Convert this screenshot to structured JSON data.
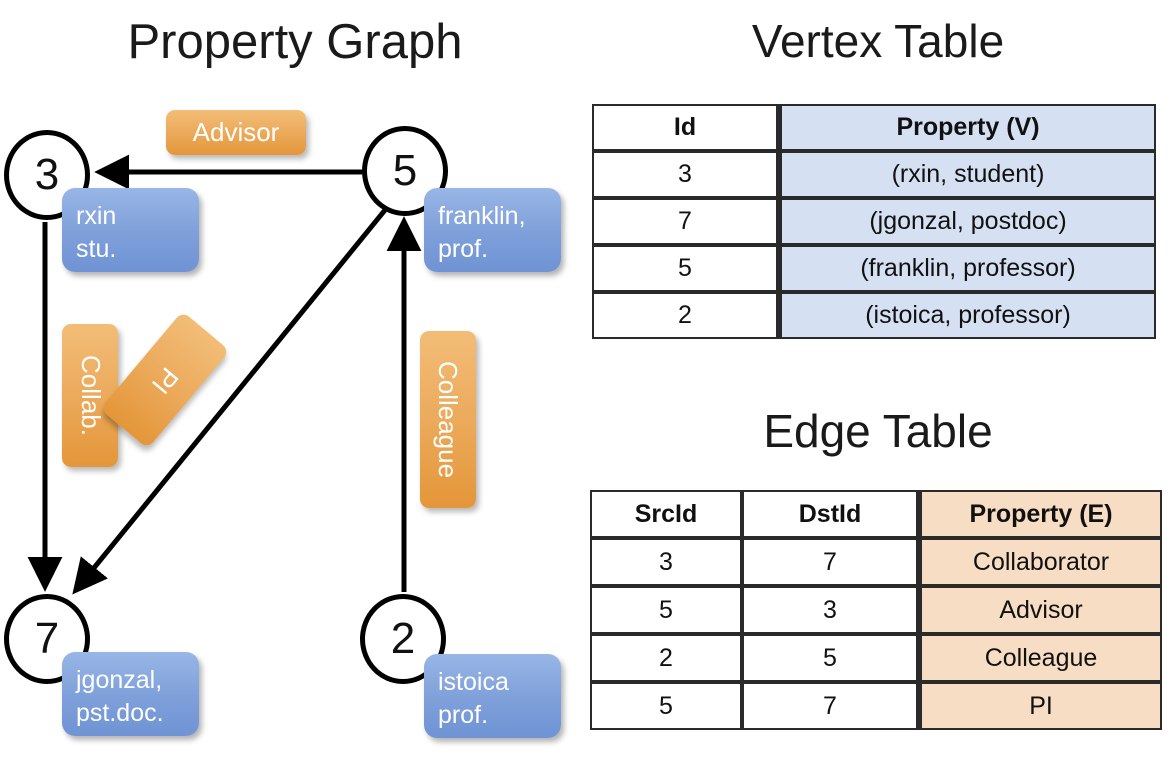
{
  "titles": {
    "property_graph": "Property Graph",
    "vertex_table": "Vertex Table",
    "edge_table": "Edge Table"
  },
  "graph": {
    "nodes": [
      {
        "id": "3",
        "label": "3",
        "property_lines": [
          "rxin",
          "stu."
        ]
      },
      {
        "id": "5",
        "label": "5",
        "property_lines": [
          "franklin,",
          "prof."
        ]
      },
      {
        "id": "7",
        "label": "7",
        "property_lines": [
          "jgonzal,",
          "pst.doc."
        ]
      },
      {
        "id": "2",
        "label": "2",
        "property_lines": [
          "istoica",
          "prof."
        ]
      }
    ],
    "edge_labels": {
      "advisor": "Advisor",
      "collab": "Collab.",
      "pi": "PI",
      "colleague": "Colleague"
    },
    "edges": [
      {
        "from": "5",
        "to": "3",
        "label": "Advisor"
      },
      {
        "from": "3",
        "to": "7",
        "label": "Collab."
      },
      {
        "from": "5",
        "to": "7",
        "label": "PI"
      },
      {
        "from": "2",
        "to": "5",
        "label": "Colleague"
      }
    ]
  },
  "vertex_table": {
    "headers": [
      "Id",
      "Property (V)"
    ],
    "rows": [
      [
        "3",
        "(rxin, student)"
      ],
      [
        "7",
        "(jgonzal, postdoc)"
      ],
      [
        "5",
        "(franklin, professor)"
      ],
      [
        "2",
        "(istoica, professor)"
      ]
    ]
  },
  "edge_table": {
    "headers": [
      "SrcId",
      "DstId",
      "Property (E)"
    ],
    "rows": [
      [
        "3",
        "7",
        "Collaborator"
      ],
      [
        "5",
        "3",
        "Advisor"
      ],
      [
        "2",
        "5",
        "Colleague"
      ],
      [
        "5",
        "7",
        "PI"
      ]
    ]
  },
  "colors": {
    "vertex_property_cell": "#d5e0f2",
    "edge_property_cell": "#f6ddc4",
    "vertex_bubble": "#7fa0da",
    "edge_badge": "#ecab5d",
    "node_stroke": "#000000",
    "background": "#ffffff"
  }
}
